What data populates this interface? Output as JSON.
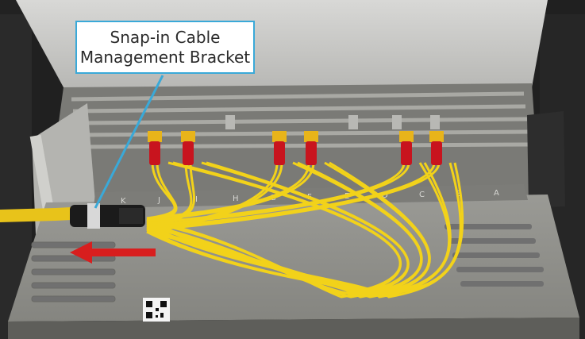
{
  "callout": {
    "line1": "Snap-in Cable",
    "line2": "Management Bracket"
  },
  "tray_letters": [
    "K",
    "J",
    "I",
    "H",
    "G",
    "F",
    "E",
    "D",
    "C",
    "B",
    "A"
  ],
  "colors": {
    "callout_border": "#3aa9d8",
    "callout_pointer": "#3aa9d8",
    "arrow": "#d81e1e",
    "fiber": "#f2d21a",
    "connector_red": "#c8141e",
    "connector_yellow": "#e8b41a",
    "tray": "#8f8f8a"
  },
  "icons": {
    "arrow": "arrow-left-icon",
    "qr": "qr-code-icon"
  }
}
